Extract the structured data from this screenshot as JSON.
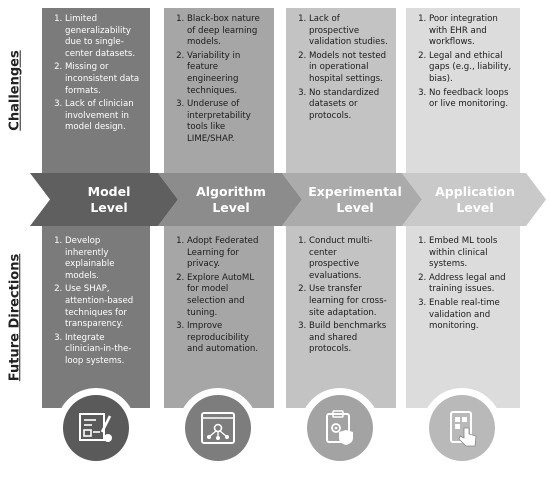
{
  "side_labels": {
    "challenges": "Challenges",
    "future": "Future Directions"
  },
  "columns": [
    {
      "level_line1": "Model",
      "level_line2": "Level",
      "challenges": [
        "Limited generalizability due to single-center datasets.",
        "Missing or inconsistent data formats.",
        "Lack of clinician involvement in model design."
      ],
      "future": [
        "Develop inherently explainable models.",
        "Use SHAP, attention-based techniques for transparency.",
        "Integrate clinician-in-the-loop systems."
      ],
      "icon": "blueprint-drawing-icon"
    },
    {
      "level_line1": "Algorithm",
      "level_line2": "Level",
      "challenges": [
        "Black-box nature of deep learning models.",
        "Variability in feature engineering techniques.",
        "Underuse of interpretability tools like LIME/SHAP."
      ],
      "future": [
        "Adopt Federated Learning for privacy.",
        "Explore AutoML for model selection and tuning.",
        "Improve reproducibility and automation."
      ],
      "icon": "algorithm-network-icon"
    },
    {
      "level_line1": "Experimental",
      "level_line2": "Level",
      "challenges": [
        "Lack of prospective validation studies.",
        "Models not tested in operational hospital settings.",
        "No standardized datasets or protocols."
      ],
      "future": [
        "Conduct multi-center prospective evaluations.",
        "Use transfer learning for cross-site adaptation.",
        "Build benchmarks and shared protocols."
      ],
      "icon": "clipboard-gear-shield-icon"
    },
    {
      "level_line1": "Application",
      "level_line2": "Level",
      "challenges": [
        "Poor integration with EHR and workflows.",
        "Legal and ethical gaps (e.g., liability, bias).",
        "No feedback loops or live monitoring."
      ],
      "future": [
        "Embed ML tools within clinical systems.",
        "Address legal and training issues.",
        "Enable real-time validation and monitoring."
      ],
      "icon": "tablet-touch-icon"
    }
  ],
  "colors": {
    "col_bg": [
      "#7b7b7b",
      "#a6a6a6",
      "#c3c3c3",
      "#dcdcdc"
    ],
    "arrow": [
      "#5f5f5f",
      "#8c8c8c",
      "#ababab",
      "#c9c9c9"
    ],
    "icon": [
      "#5a5a5a",
      "#7d7d7d",
      "#a3a3a3",
      "#b9b9b9"
    ],
    "text": [
      "#ffffff",
      "#1a1a1a",
      "#1a1a1a",
      "#1a1a1a"
    ],
    "level_text": [
      "#ffffff",
      "#ffffff",
      "#ffffff",
      "#ffffff"
    ]
  }
}
